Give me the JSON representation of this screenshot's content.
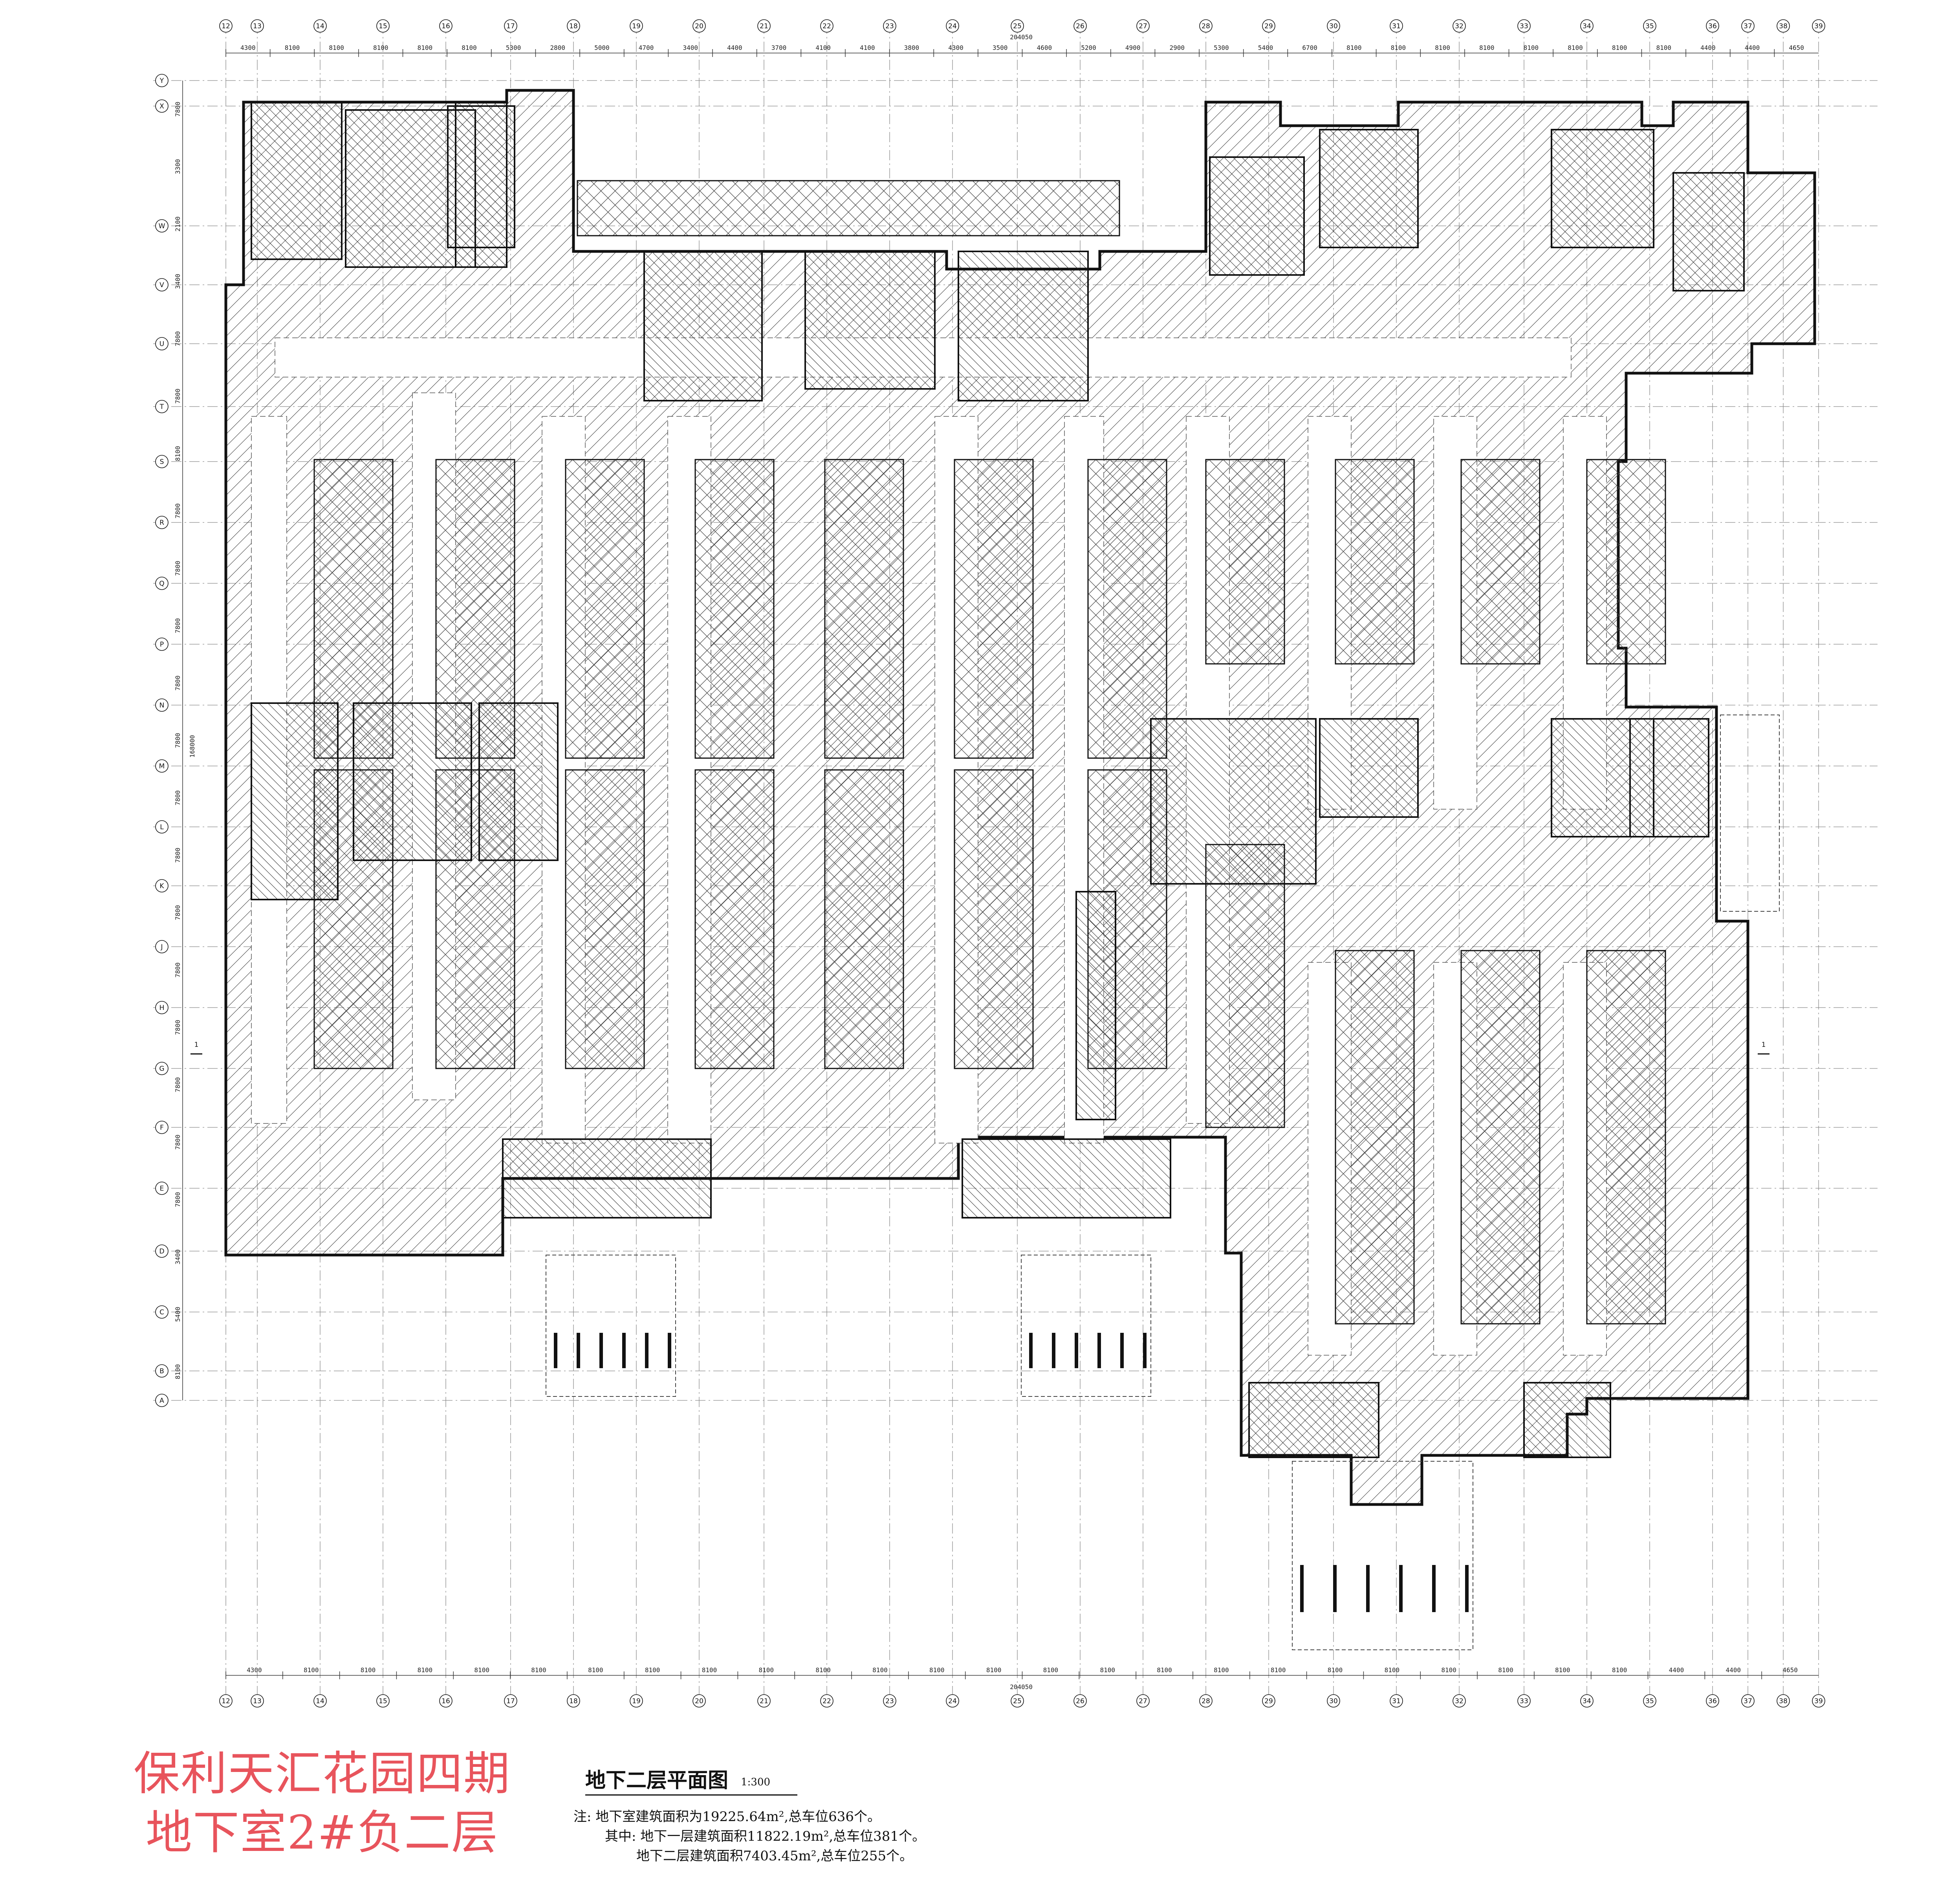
{
  "grid": {
    "columns": [
      "12",
      "13",
      "14",
      "15",
      "16",
      "17",
      "18",
      "19",
      "20",
      "21",
      "22",
      "23",
      "24",
      "25",
      "26",
      "27",
      "28",
      "29",
      "30",
      "31",
      "32",
      "33",
      "34",
      "35",
      "36",
      "37",
      "38",
      "39"
    ],
    "rows": [
      "Y",
      "X",
      "W",
      "V",
      "U",
      "T",
      "S",
      "R",
      "Q",
      "P",
      "N",
      "M",
      "L",
      "K",
      "J",
      "H",
      "G",
      "F",
      "E",
      "D",
      "C",
      "B",
      "A"
    ],
    "top_dims": [
      "4300",
      "8100",
      "8100",
      "8100",
      "8100",
      "8100",
      "5300",
      "2800",
      "5000",
      "4700",
      "3400",
      "4400",
      "3700",
      "4100",
      "4100",
      "3800",
      "4300",
      "3500",
      "4600",
      "5200",
      "4900",
      "2900",
      "5300",
      "5400",
      "6700",
      "8100",
      "8100",
      "8100",
      "8100",
      "8100",
      "8100",
      "8100",
      "8100",
      "4400",
      "4400",
      "4650"
    ],
    "bottom_dims": [
      "4300",
      "8100",
      "8100",
      "8100",
      "8100",
      "8100",
      "8100",
      "8100",
      "8100",
      "8100",
      "8100",
      "8100",
      "8100",
      "8100",
      "8100",
      "8100",
      "8100",
      "8100",
      "8100",
      "8100",
      "8100",
      "8100",
      "8100",
      "8100",
      "8100",
      "4400",
      "4400",
      "4650"
    ],
    "left_dims": [
      "7800",
      "3300",
      "2100",
      "3400",
      "7800",
      "7800",
      "8100",
      "7800",
      "7800",
      "7800",
      "7800",
      "7800",
      "7800",
      "7800",
      "7800",
      "7800",
      "7800",
      "7800",
      "7800",
      "7800",
      "3400",
      "5400",
      "8100"
    ],
    "overall_width": "204050",
    "overall_height": "168000",
    "section_mark": "1"
  },
  "title": {
    "project_line1": "保利天汇花园四期",
    "project_line2": "地下室2#负二层"
  },
  "drawing": {
    "name": "地下二层平面图",
    "scale": "1:300"
  },
  "notes": {
    "line1": "注: 地下室建筑面积为19225.64m²,总车位636个。",
    "line2": "其中: 地下一层建筑面积11822.19m²,总车位381个。",
    "line3": "地下二层建筑面积7403.45m²,总车位255个。"
  },
  "colors": {
    "title_red": "#e8545c",
    "linework": "#111111",
    "grid": "#888888"
  }
}
